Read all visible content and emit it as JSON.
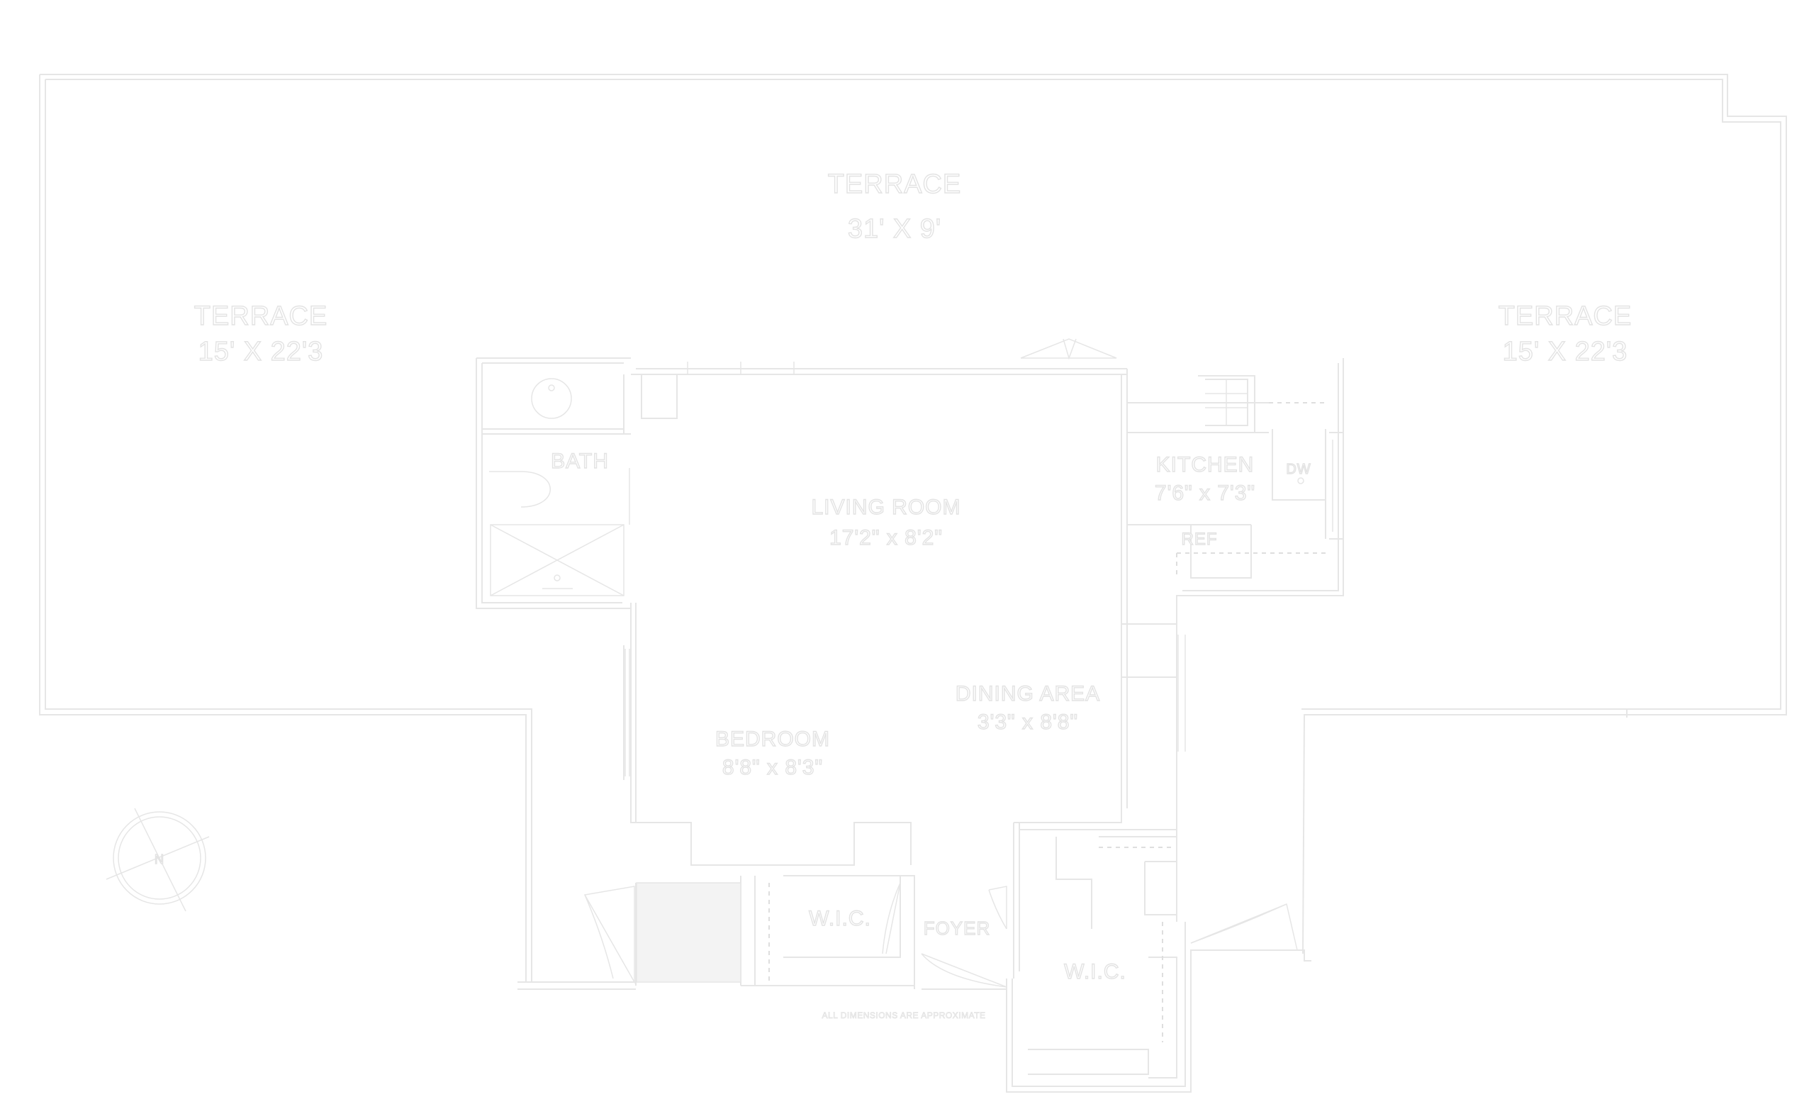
{
  "plan": {
    "terrace_top": {
      "name": "TERRACE",
      "size": "31' X 9'"
    },
    "terrace_left": {
      "name": "TERRACE",
      "size": "15' X 22'3"
    },
    "terrace_right": {
      "name": "TERRACE",
      "size": "15' X 22'3"
    },
    "living_room": {
      "name": "LIVING ROOM",
      "size": "17'2\" x 8'2\""
    },
    "kitchen": {
      "name": "KITCHEN",
      "size": "7'6\" x 7'3\""
    },
    "bath": {
      "name": "BATH"
    },
    "dining_area": {
      "name": "DINING AREA",
      "size": "3'3\" x 8'8\""
    },
    "bedroom": {
      "name": "BEDROOM",
      "size": "8'8\" x 8'3\""
    },
    "wic_left": {
      "name": "W.I.C."
    },
    "wic_right": {
      "name": "W.I.C."
    },
    "foyer": {
      "name": "FOYER"
    },
    "dw": {
      "name": "DW"
    },
    "ref": {
      "name": "REF"
    },
    "compass": {
      "letter": "N"
    },
    "note": "ALL DIMENSIONS ARE APPROXIMATE"
  },
  "colors": {
    "line": "#e6e6e6",
    "background": "#ffffff",
    "closet_fill": "#f3f3f3"
  }
}
